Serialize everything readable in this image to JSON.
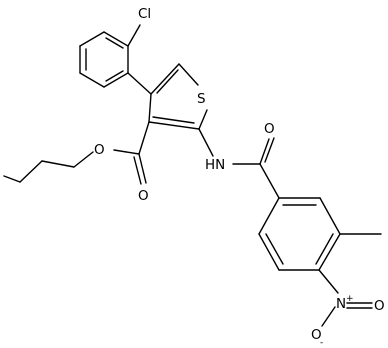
{
  "colors": {
    "ink": "#000000",
    "background": "#ffffff"
  },
  "atoms": {
    "cl": "Cl",
    "s": "S",
    "o_ester_carbonyl": "O",
    "o_ester_ether": "O",
    "o_amide": "O",
    "nh": "HN",
    "n_nitro": "N",
    "n_nitro_charge": "+",
    "o_nitro_bottom": "O",
    "o_nitro_bottom_charge": "-",
    "o_nitro_right": "O"
  }
}
